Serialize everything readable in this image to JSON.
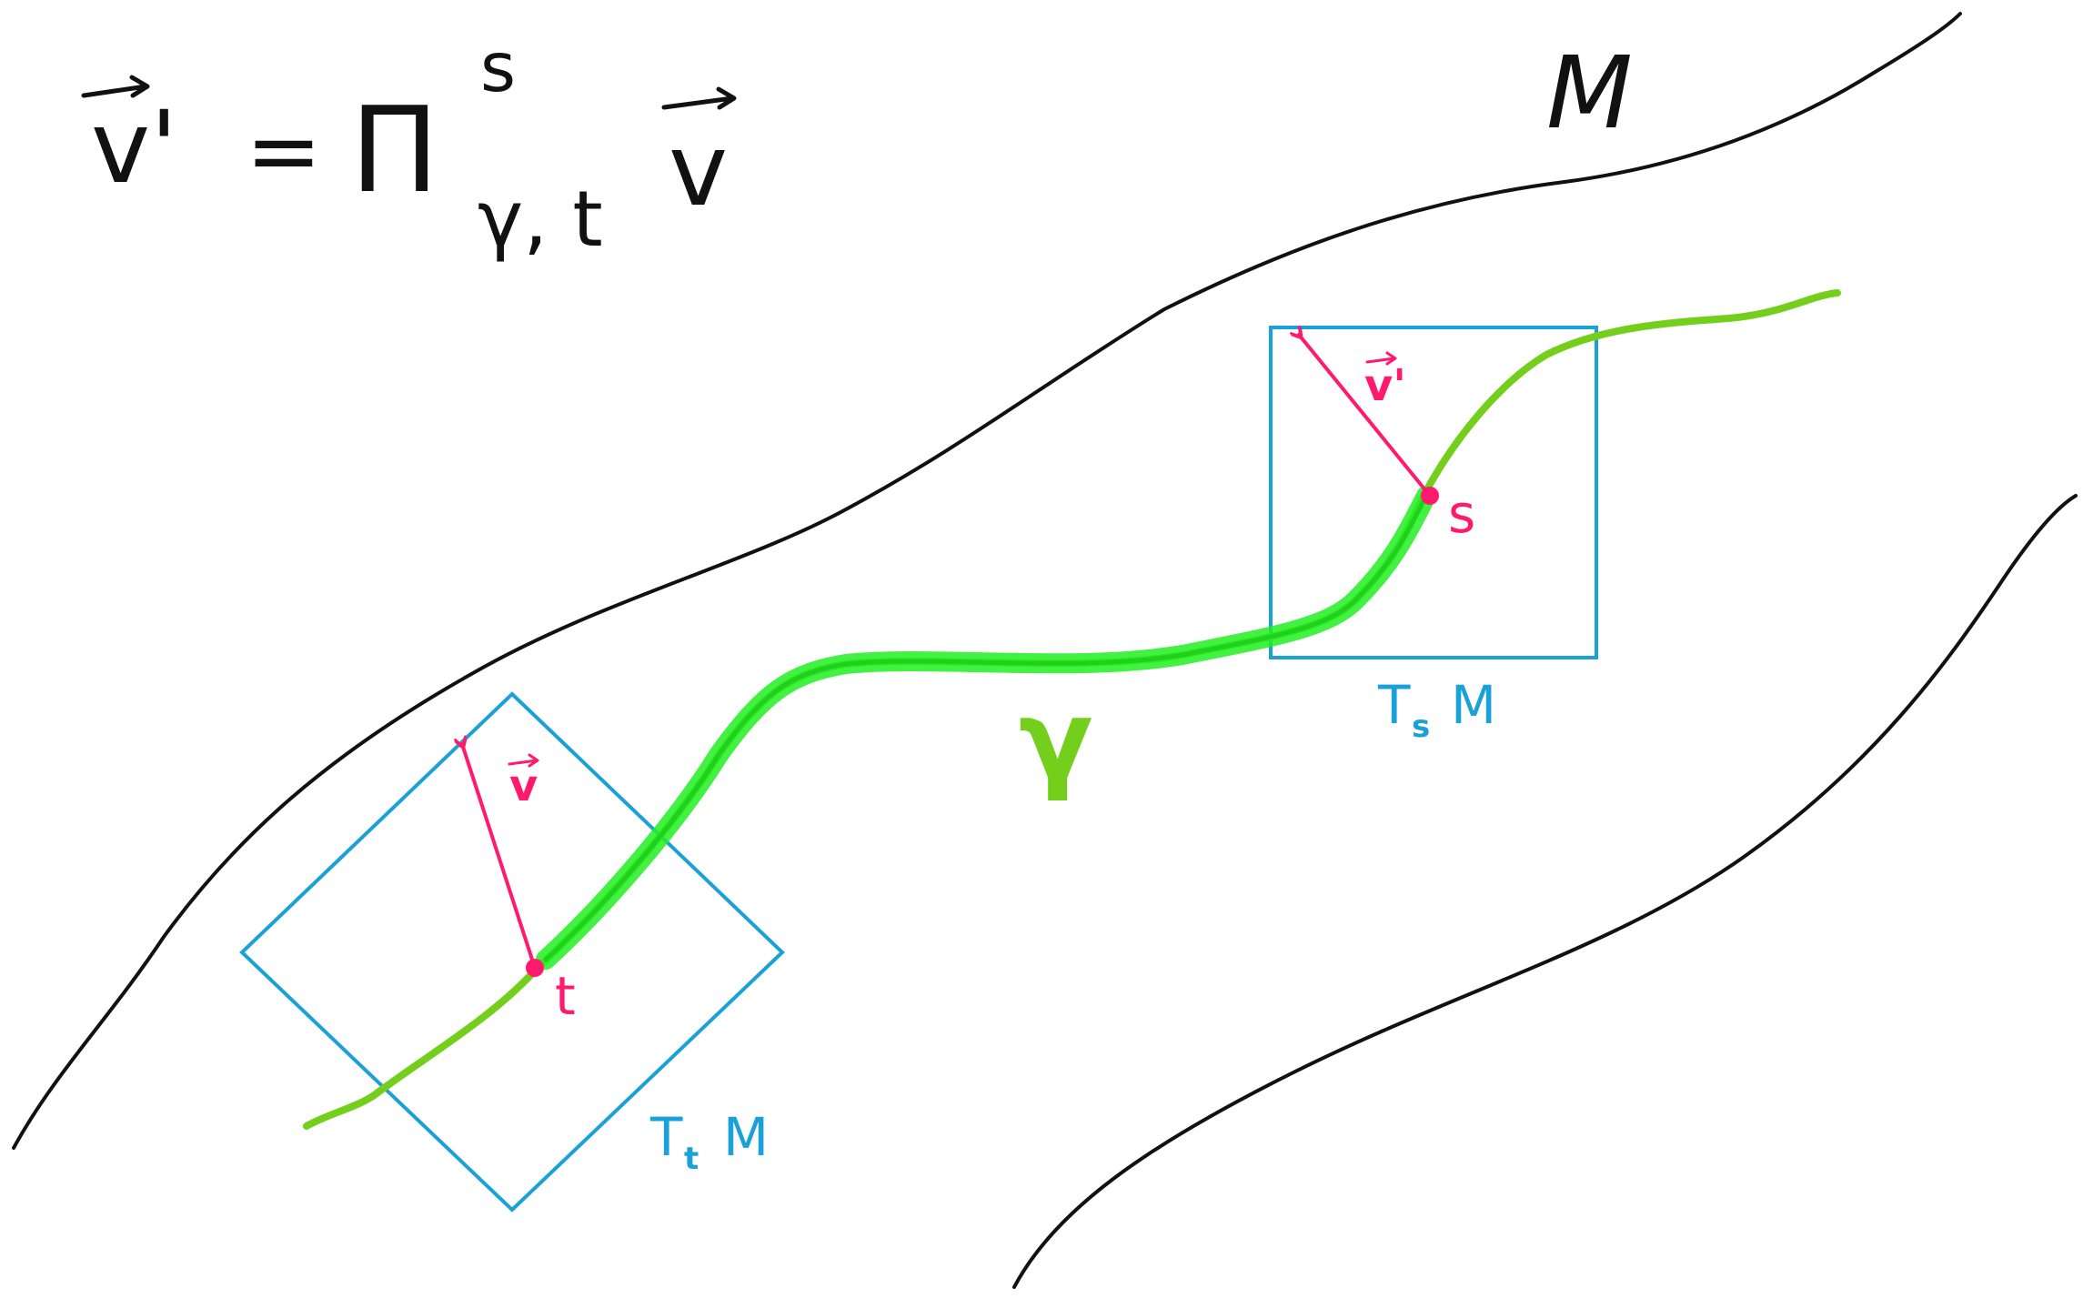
{
  "formula": {
    "lhs": "v'",
    "equals": "=",
    "operator": "Π",
    "superscript": "s",
    "subscript": "γ, t",
    "rhs": "v"
  },
  "manifold_label": "M",
  "curve_label": "γ",
  "points": {
    "start": "t",
    "end": "s"
  },
  "vectors": {
    "start": "v",
    "end": "v'"
  },
  "tangent_spaces": {
    "start": {
      "base": "T",
      "sub": "t",
      "label": "M"
    },
    "end": {
      "base": "T",
      "sub": "s",
      "label": "M"
    }
  },
  "colors": {
    "manifold_boundary": "#111111",
    "curve": "#74cf1c",
    "curve_highlight": "#22ee22",
    "tangent_plane": "#1aa1d8",
    "vector": "#ff1a6e"
  }
}
